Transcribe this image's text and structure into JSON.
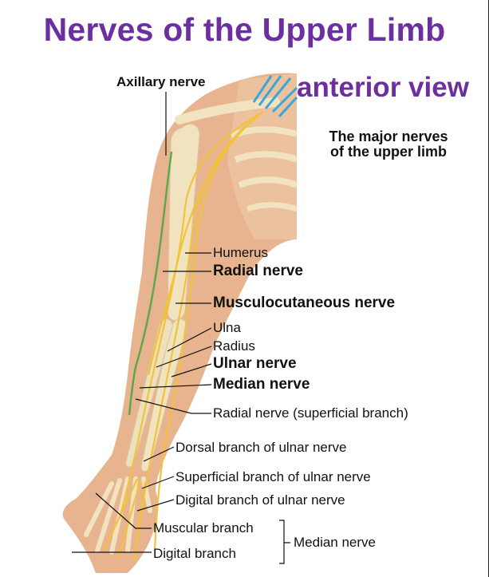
{
  "title": "Nerves of the Upper Limb",
  "subtitle": "anterior view",
  "description": [
    "The major nerves",
    "of the upper limb"
  ],
  "labels": {
    "axillary": "Axillary nerve",
    "humerus": "Humerus",
    "radial": "Radial nerve",
    "musculocutaneous": "Musculocutaneous nerve",
    "ulna": "Ulna",
    "radius": "Radius",
    "ulnar": "Ulnar nerve",
    "median": "Median nerve",
    "radial_superficial": "Radial nerve (superficial branch)",
    "dorsal_ulnar": "Dorsal branch of ulnar nerve",
    "superficial_ulnar": "Superficial branch of ulnar nerve",
    "digital_ulnar": "Digital branch of ulnar nerve",
    "muscular_branch": "Muscular branch",
    "digital_branch": "Digital branch",
    "median_group": "Median nerve"
  },
  "colors": {
    "title": "#6b2fa0",
    "skin": "#e7b48f",
    "bone": "#f1e3c0",
    "nerve": "#f2c23a",
    "radial_nerve": "#5aa84a",
    "plexus": "#3aa7d8"
  }
}
